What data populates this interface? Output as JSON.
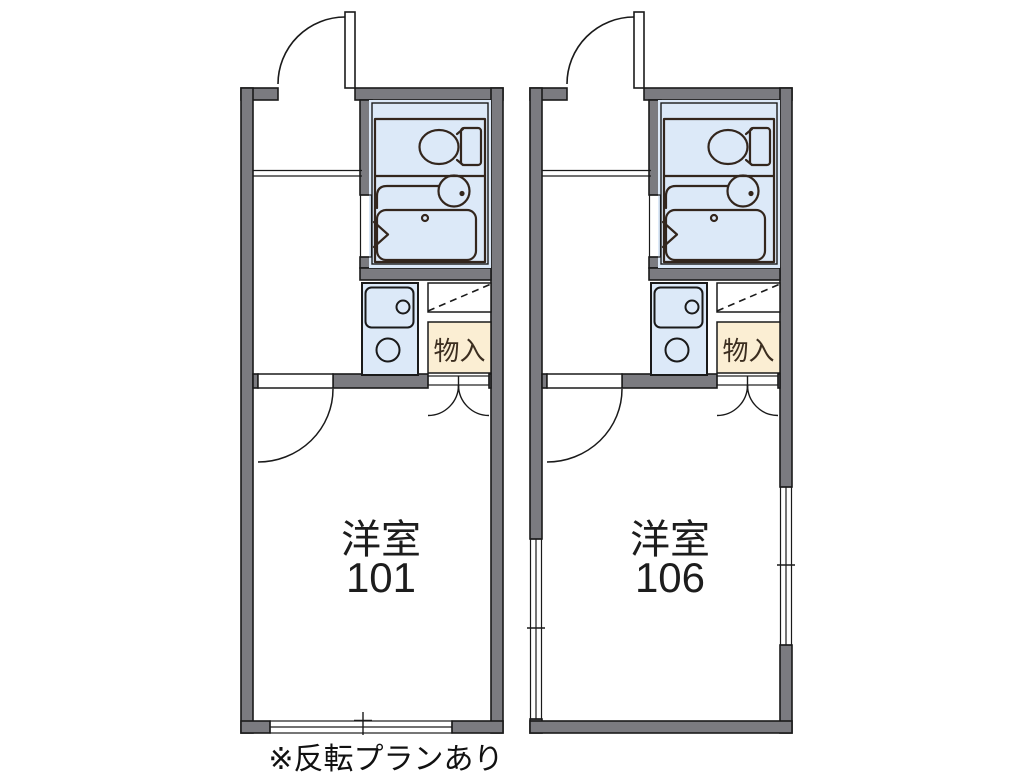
{
  "footnote": "※反転プランあり",
  "plans": [
    {
      "id": "101",
      "room_label": "洋室",
      "room_number": "101",
      "closet_label": "物入"
    },
    {
      "id": "106",
      "room_label": "洋室",
      "room_number": "106",
      "closet_label": "物入"
    }
  ],
  "colors": {
    "wall_gray": "#7b7b80",
    "unit_blue": "#dce9f8",
    "closet_cream": "#fbeed3",
    "fixture_line": "#33261d",
    "outline": "#1a1a1a",
    "background": "#ffffff"
  }
}
